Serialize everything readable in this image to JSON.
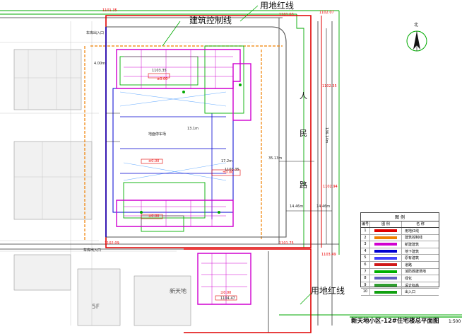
{
  "title": "新天地小区-12#住宅楼总平面图",
  "scale": "1:500",
  "labels": {
    "land_red_line_top": "用地红线",
    "land_red_line_bottom": "用地红线",
    "building_control_line": "建筑控制线",
    "road_chars": [
      "人",
      "民",
      "路"
    ],
    "north": "北",
    "existing_building": "新天地",
    "floors": "5F"
  },
  "dimensions": {
    "d1": "14.46m",
    "d2": "14.46m",
    "d3": "35.13m",
    "d4": "136.14m",
    "d5": "17.2m",
    "d6": "4.00m",
    "d7": "13.1m"
  },
  "elevations": {
    "e1": "1101.35",
    "e2": "1101.63",
    "e3": "1102.07",
    "e4": "1102.35",
    "e5": "1102.94",
    "e6": "1102.09",
    "e7": "1103.49",
    "e8": "1101.75",
    "e9": "1103.35",
    "e10": "1104.47",
    "e11": "1103.35"
  },
  "building_marks": {
    "m1": "±0.00",
    "m2": "±0.00",
    "m3": "±0.00",
    "m4": "±0.00",
    "m5": "±0.00"
  },
  "notes": {
    "entrance_left": "车库出入口",
    "entrance_bottom": "车库出入口",
    "ground_parking": "地面停车场"
  },
  "legend": {
    "title": "图 例",
    "header": [
      "编号",
      "图 例",
      "名 称"
    ],
    "items": [
      {
        "num": "1",
        "color": "#e00000",
        "name": "用地红线"
      },
      {
        "num": "2",
        "color": "#f08000",
        "name": "建筑控制线"
      },
      {
        "num": "3",
        "color": "#d000d0",
        "name": "新建建筑"
      },
      {
        "num": "4",
        "color": "#0000d0",
        "name": "地下建筑"
      },
      {
        "num": "5",
        "color": "#4040ff",
        "name": "原有建筑"
      },
      {
        "num": "6",
        "color": "#d01818",
        "name": "道路"
      },
      {
        "num": "7",
        "color": "#00b000",
        "name": "消防救援场地"
      },
      {
        "num": "8",
        "color": "#6060c0",
        "name": "绿化"
      },
      {
        "num": "9",
        "color": "#30a030",
        "name": "设计标高"
      },
      {
        "num": "10",
        "color": "#10a010",
        "name": "出入口"
      }
    ]
  }
}
